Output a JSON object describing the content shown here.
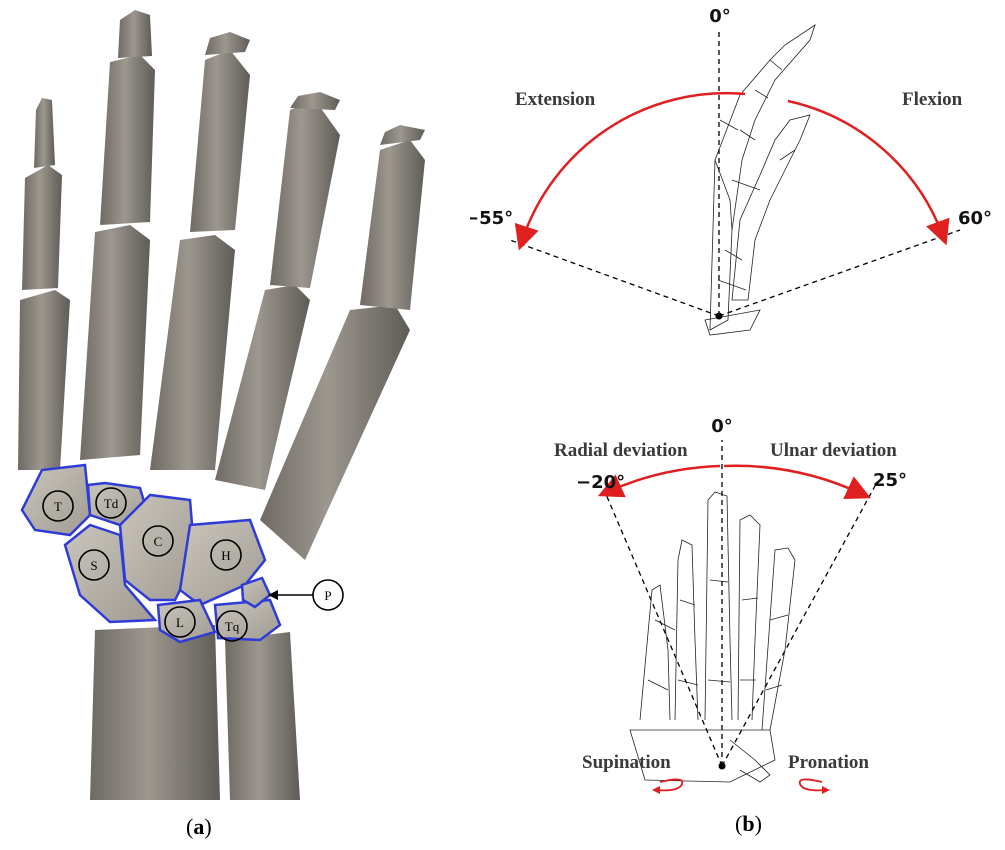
{
  "panel_a": {
    "caption_letter": "a",
    "carpal_labels": [
      "T",
      "Td",
      "S",
      "C",
      "H",
      "L",
      "Tq",
      "P"
    ]
  },
  "panel_b": {
    "caption_letter": "b",
    "top": {
      "zero": "0°",
      "left_label": "Extension",
      "right_label": "Flexion",
      "left_angle": "−55°",
      "right_angle": "60°"
    },
    "bottom": {
      "zero": "0°",
      "left_label": "Radial deviation",
      "right_label": "Ulnar deviation",
      "left_angle": "−20°",
      "right_angle": "25°",
      "rotation_left": "Supination",
      "rotation_right": "Pronation"
    }
  },
  "colors": {
    "bone": "#8a8680",
    "carpal_outline": "#2f3bd6",
    "arc": "#e02020",
    "wire": "#222222"
  }
}
